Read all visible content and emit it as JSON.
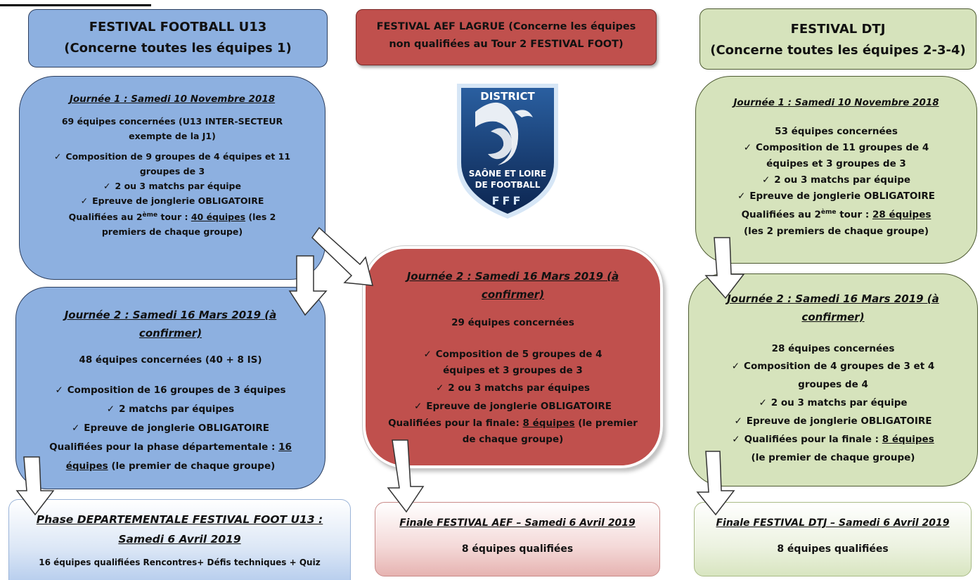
{
  "headers": {
    "u13": [
      "FESTIVAL FOOTBALL U13",
      "(Concerne toutes les équipes 1)"
    ],
    "aef": [
      "FESTIVAL AEF LAGRUE (Concerne les équipes",
      "non qualifiées au Tour 2 FESTIVAL FOOT)"
    ],
    "dtj": [
      "FESTIVAL DTJ",
      "(Concerne toutes les équipes 2-3-4)"
    ]
  },
  "logo": {
    "top_text": "DISTRICT",
    "line1": "SAÔNE ET LOIRE",
    "line2": "DE FOOTBALL",
    "bottom_text": "FFF"
  },
  "u13": {
    "j1": {
      "title": "Journée 1 : Samedi 10 Novembre 2018",
      "teams": "69 équipes concernées (U13 INTER-SECTEUR exempte de la J1)",
      "composition": "Composition de 9 groupes de 4 équipes et 11 groupes de 3",
      "matchs": "2 ou 3 matchs par équipe",
      "jonglerie": "Epreuve de jonglerie OBLIGATOIRE",
      "qual_pre": "Qualifiées au 2",
      "qual_sup": "ème",
      "qual_mid": " tour : ",
      "qual_u": "40 équipes",
      "qual_post": " (les 2 premiers de chaque groupe)"
    },
    "j2": {
      "title_1": "Journée 2 : Samedi 16 Mars 2019 (à",
      "title_2": "confirmer)",
      "teams": "48 équipes concernées (40 + 8 IS)",
      "composition": "Composition de 16 groupes de 3 équipes",
      "matchs": "2 matchs par équipes",
      "jonglerie": "Epreuve de jonglerie OBLIGATOIRE",
      "qual_pre": "Qualifiées pour la phase départementale : ",
      "qual_u1": "16",
      "qual_u2": "équipes",
      "qual_post": " (le premier de chaque groupe)"
    },
    "final": {
      "title_1": "Phase DEPARTEMENTALE FESTIVAL FOOT U13 :",
      "title_2": "Samedi 6 Avril 2019",
      "text": "16 équipes qualifiées Rencontres+ Défis techniques + Quiz"
    }
  },
  "aef": {
    "j2": {
      "title_1": "Journée 2 : Samedi 16 Mars 2019 (à",
      "title_2": "confirmer)",
      "teams": "29 équipes concernées",
      "composition": "Composition de 5 groupes de 4 équipes et 3 groupes de 3",
      "matchs": "2 ou 3 matchs par équipes",
      "jonglerie": "Epreuve de jonglerie OBLIGATOIRE",
      "qual_pre": "Qualifiées pour la finale: ",
      "qual_u": "8 équipes",
      "qual_post": " (le premier de chaque groupe)"
    },
    "final": {
      "title": "Finale FESTIVAL AEF – Samedi 6 Avril 2019",
      "text": "8 équipes qualifiées"
    }
  },
  "dtj": {
    "j1": {
      "title": "Journée 1 : Samedi 10 Novembre 2018",
      "teams": "53 équipes concernées",
      "composition": "Composition de 11 groupes de 4 équipes et 3 groupes de 3",
      "matchs": "2 ou 3 matchs par équipe",
      "jonglerie": "Epreuve de jonglerie OBLIGATOIRE",
      "qual_pre": "Qualifiées au 2",
      "qual_sup": "ème",
      "qual_mid": " tour : ",
      "qual_u": "28 équipes",
      "qual_post": "(les 2 premiers de chaque groupe)"
    },
    "j2": {
      "title_1": "Journée 2 : Samedi 16 Mars 2019 (à",
      "title_2": "confirmer)",
      "teams": "28 équipes concernées",
      "composition": "Composition de 4 groupes de 3 et 4 groupes de 4",
      "matchs": "2 ou 3 matchs par équipe",
      "jonglerie": "Epreuve de jonglerie OBLIGATOIRE",
      "qual_pre": "Qualifiées pour la finale : ",
      "qual_u": "8 équipes",
      "qual_post": "(le premier de chaque groupe)"
    },
    "final": {
      "title": "Finale FESTIVAL DTJ – Samedi 6 Avril 2019",
      "text": "8 équipes qualifiées"
    }
  },
  "colors": {
    "blue": "#8db0e0",
    "red": "#c0504d",
    "green": "#d6e3bc"
  }
}
